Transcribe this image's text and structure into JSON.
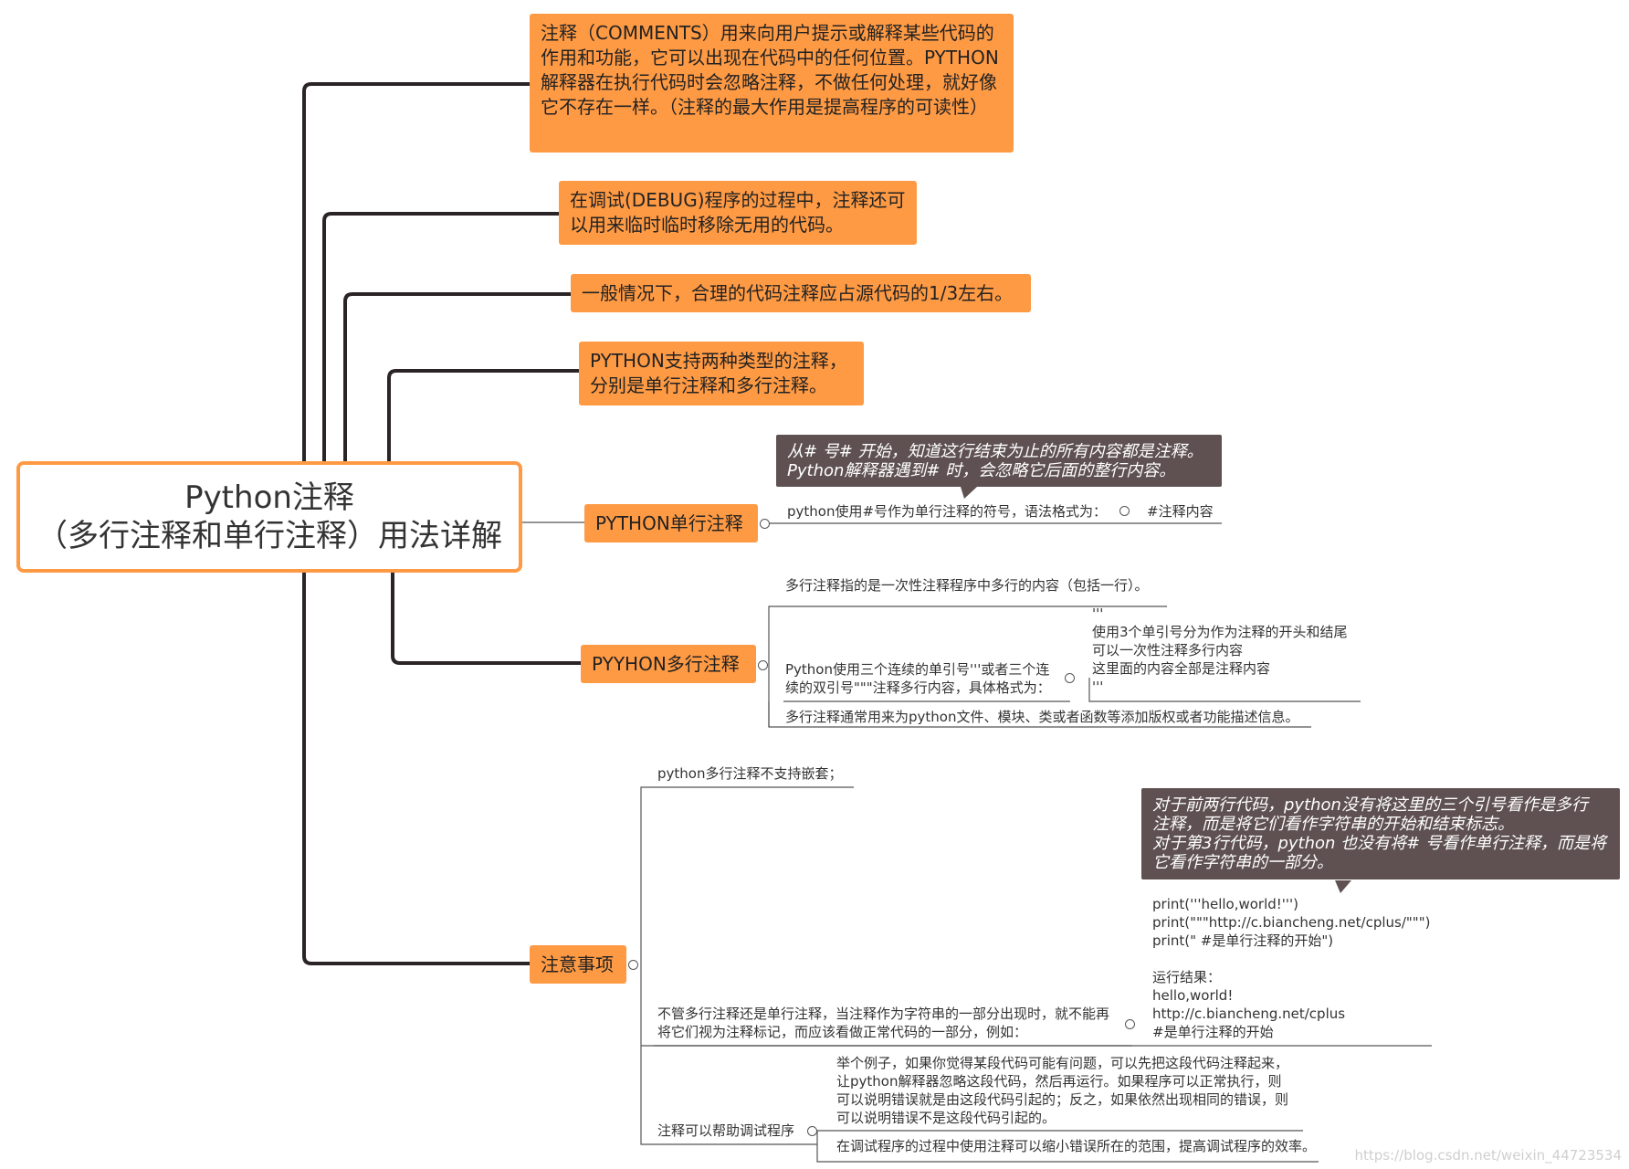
{
  "root": {
    "line1": "Python注释",
    "line2": "（多行注释和单行注释）用法详解"
  },
  "branches": {
    "b1": [
      "注释（COMMENTS）用来向用户提示或解释某些代码的",
      "作用和功能，它可以出现在代码中的任何位置。PYTHON",
      "解释器在执行代码时会忽略注释，不做任何处理，就好像",
      "它不存在一样。（注释的最大作用是提高程序的可读性）"
    ],
    "b2": [
      "在调试(DEBUG)程序的过程中，注释还可",
      "以用来临时临时移除无用的代码。"
    ],
    "b3": "一般情况下，合理的代码注释应占源代码的1/3左右。",
    "b4": [
      "PYTHON支持两种类型的注释，",
      "分别是单行注释和多行注释。"
    ],
    "single": {
      "label": "PYTHON单行注释",
      "note": [
        "从# 号# 开始，知道这行结束为止的所有内容都是注释。",
        "Python解释器遇到# 时，会忽略它后面的整行内容。"
      ],
      "desc": "python使用#号作为单行注释的符号，语法格式为：",
      "example": "#注释内容"
    },
    "multi": {
      "label": "PYYHON多行注释",
      "def": "多行注释指的是一次性注释程序中多行的内容（包括一行）。",
      "usage": [
        "Python使用三个连续的单引号'''或者三个连",
        "续的双引号\"\"\"注释多行内容，具体格式为："
      ],
      "example": [
        "'''",
        "使用3个单引号分为作为注释的开头和结尾",
        "可以一次性注释多行内容",
        "这里面的内容全部是注释内容",
        "'''"
      ],
      "purpose": "多行注释通常用来为python文件、模块、类或者函数等添加版权或者功能描述信息。"
    },
    "notes": {
      "label": "注意事项",
      "nest": "python多行注释不支持嵌套；",
      "string_note": [
        "对于前两行代码，python没有将这里的三个引号看作是多行",
        "注释，而是将它们看作字符串的开始和结束标志。",
        "对于第3行代码，python 也没有将# 号看作单行注释，而是将",
        "它看作字符串的一部分。"
      ],
      "string_code": [
        "print('''hello,world!''')",
        "print(\"\"\"http://c.biancheng.net/cplus/\"\"\")",
        "print(\"  #是单行注释的开始\")",
        "",
        "运行结果：",
        "hello,world!",
        "http://c.biancheng.net/cplus",
        "#是单行注释的开始"
      ],
      "string_desc": [
        "不管多行注释还是单行注释，当注释作为字符串的一部分出现时，就不能再",
        "将它们视为注释标记，而应该看做正常代码的一部分，例如："
      ],
      "debug": "注释可以帮助调试程序",
      "debug_example": [
        "举个例子，如果你觉得某段代码可能有问题，可以先把这段代码注释起来，",
        "让python解释器忽略这段代码，然后再运行。如果程序可以正常执行，则",
        "可以说明错误就是由这段代码引起的；反之，如果依然出现相同的错误，则",
        "可以说明错误不是这段代码引起的。"
      ],
      "debug_efficiency": "在调试程序的过程中使用注释可以缩小错误所在的范围，提高调试程序的效率。"
    }
  },
  "watermark": "https://blog.csdn.net/weixin_44723534"
}
